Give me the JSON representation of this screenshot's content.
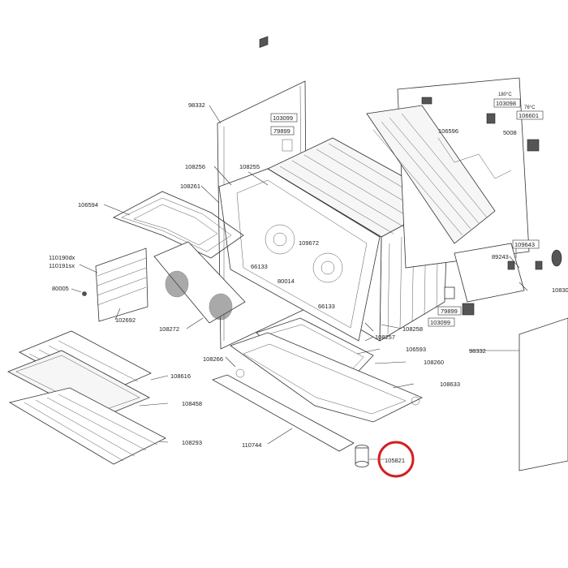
{
  "parts": {
    "p98332_top": "98332",
    "p103099_top": "103099",
    "p79899_top": "79899",
    "p108256": "108256",
    "p108255": "108255",
    "p108261": "108261",
    "p106594": "106594",
    "p110190": "110190dx",
    "p110191": "110191sx",
    "p80005": "80005",
    "p102692": "102692",
    "p66133_a": "66133",
    "p109672": "109672",
    "p80014": "80014",
    "p66133_b": "66133",
    "p108272": "108272",
    "p108258": "108258",
    "p108257": "108257",
    "p106593": "106593",
    "p108260": "108260",
    "p108266": "108266",
    "p108633": "108633",
    "p108616": "108616",
    "p108458": "108458",
    "p108293": "108293",
    "p110744": "110744",
    "p105821": "105821",
    "p106596": "106596",
    "p103098": "103098",
    "p106601": "106601",
    "p5008": "5008",
    "p180c": "180°C",
    "p76c": "76°C",
    "p109643": "109643",
    "p89243": "89243",
    "p10830": "10830",
    "p79899_b": "79899",
    "p103099_b": "103099",
    "p98332_b": "98332"
  },
  "highlight": {
    "part": "105821",
    "color": "#d42020"
  }
}
